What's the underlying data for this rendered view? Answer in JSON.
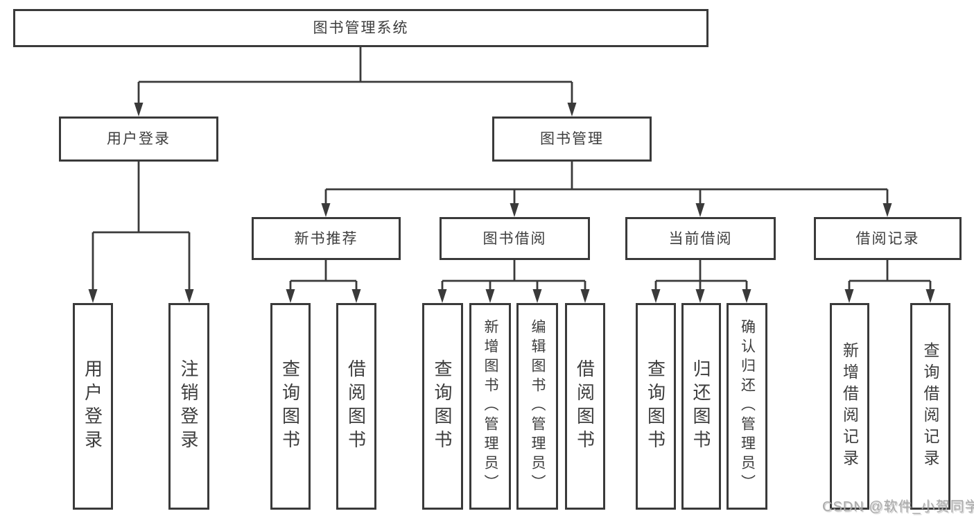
{
  "diagram": {
    "label": "图书管理系统",
    "branches": [
      {
        "label": "用户登录",
        "children": [
          {
            "label": "用户登录"
          },
          {
            "label": "注销登录"
          }
        ]
      },
      {
        "label": "图书管理",
        "children": [
          {
            "label": "新书推荐",
            "children": [
              {
                "label": "查询图书"
              },
              {
                "label": "借阅图书"
              }
            ]
          },
          {
            "label": "图书借阅",
            "children": [
              {
                "label": "查询图书"
              },
              {
                "label": "新增图书（管理员）"
              },
              {
                "label": "编辑图书（管理员）"
              },
              {
                "label": "借阅图书"
              }
            ]
          },
          {
            "label": "当前借阅",
            "children": [
              {
                "label": "查询图书"
              },
              {
                "label": "归还图书"
              },
              {
                "label": "确认归还（管理员）"
              }
            ]
          },
          {
            "label": "借阅记录",
            "children": [
              {
                "label": "新增借阅记录"
              },
              {
                "label": "查询借阅记录"
              }
            ]
          }
        ]
      }
    ]
  },
  "watermark": "CSDN @软件_小贺同学",
  "colors": {
    "line": "#3a3a3a",
    "text": "#3d3d3d",
    "box_background": "#ffffff",
    "watermark": "#a9a9a9"
  }
}
